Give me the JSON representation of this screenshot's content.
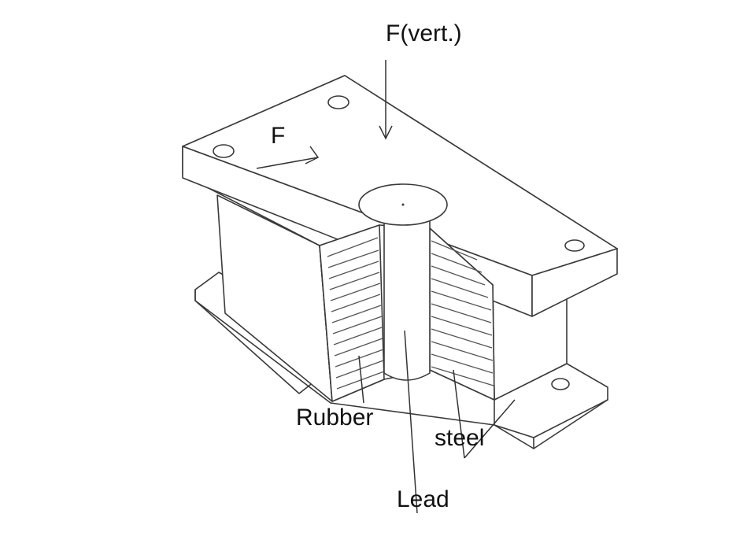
{
  "labels": {
    "force_vertical": "F(vert.)",
    "force_horizontal": "F",
    "rubber": "Rubber",
    "steel": "steel",
    "lead": "Lead"
  },
  "colors": {
    "line": "#3a3a3a",
    "text": "#111111",
    "background": "#ffffff"
  }
}
